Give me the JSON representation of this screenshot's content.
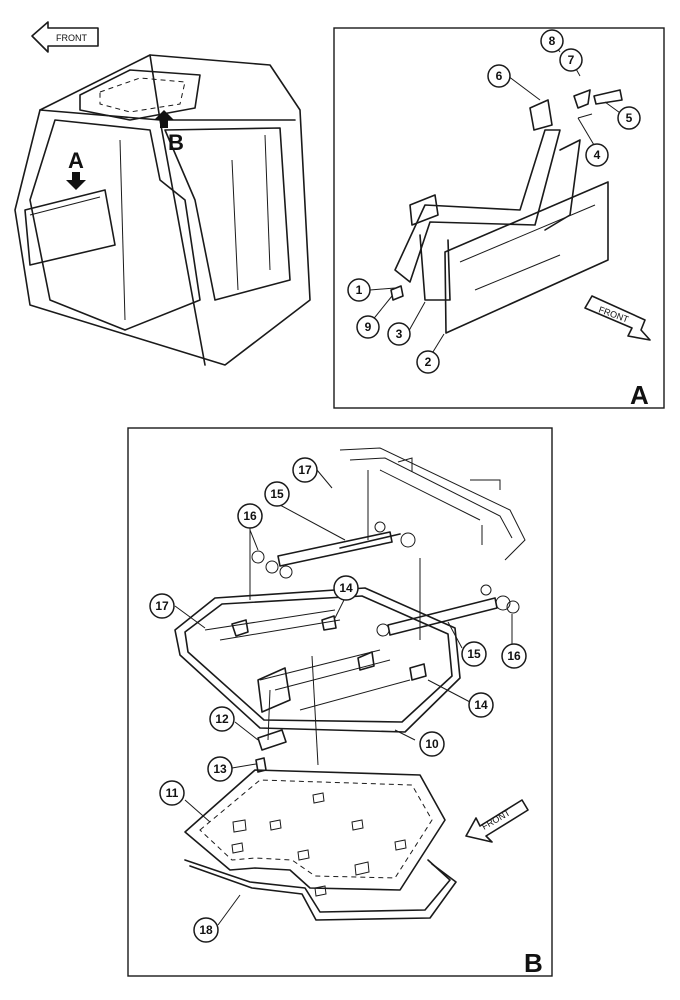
{
  "overview": {
    "front_label": "FRONT",
    "view_a_marker": "A",
    "view_b_marker": "B"
  },
  "view_a": {
    "label": "A",
    "front_label": "FRONT",
    "callouts": [
      "1",
      "2",
      "3",
      "4",
      "5",
      "6",
      "7",
      "8",
      "9"
    ]
  },
  "view_b": {
    "label": "B",
    "front_label": "FRONT",
    "callouts": [
      "10",
      "11",
      "12",
      "13",
      "14",
      "14",
      "15",
      "15",
      "16",
      "16",
      "17",
      "17",
      "18"
    ]
  }
}
